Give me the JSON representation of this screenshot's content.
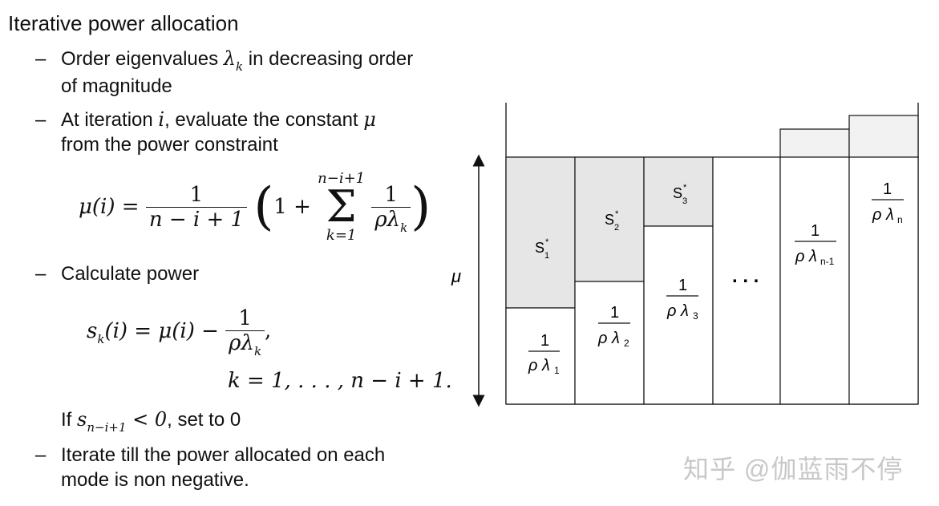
{
  "title": "Iterative power allocation",
  "bullets": {
    "order": {
      "line1_a": "Order eigenvalues ",
      "line1_b": " in decreasing order",
      "line2": "of magnitude"
    },
    "iteration": {
      "line1_a": "At iteration ",
      "line1_b": ", evaluate the constant ",
      "line2": "from the power constraint"
    },
    "calculate": "Calculate power",
    "if_a": "If ",
    "if_b": ", set to 0",
    "iterate": {
      "line1": "Iterate till the power allocated on each",
      "line2": "mode is non negative."
    }
  },
  "symbols": {
    "lambda_k": "λ",
    "k": "k",
    "i": "i",
    "mu": "μ"
  },
  "equations": {
    "mu_lhs": "μ(i) =",
    "one": "1",
    "n_minus_i_plus_1": "n − i + 1",
    "sum_upper": "n−i+1",
    "sum_lower": "k=1",
    "one_plus": "1 +",
    "rho_lambda": "ρλ",
    "sub_k": "k",
    "s_lhs": "s",
    "s_rest": "(i) = μ(i) −",
    "comma": ",",
    "k_range": "k = 1, . . . , n − i + 1.",
    "condition": "s",
    "condition_sub": "n−i+1",
    "condition_rest": " < 0"
  },
  "diagram": {
    "mu_label": "μ",
    "columns": [
      {
        "s_label": "S",
        "s_sub": "1",
        "inv_num": "1",
        "inv_den": "ρ λ",
        "inv_sub": "1"
      },
      {
        "s_label": "S",
        "s_sub": "2",
        "inv_num": "1",
        "inv_den": "ρ λ",
        "inv_sub": "2"
      },
      {
        "s_label": "S",
        "s_sub": "3",
        "inv_num": "1",
        "inv_den": "ρ λ",
        "inv_sub": "3"
      },
      {
        "dots": ". . ."
      },
      {
        "inv_num": "1",
        "inv_den": "ρ λ",
        "inv_sub": "n-1"
      },
      {
        "inv_num": "1",
        "inv_den": "ρ λ",
        "inv_sub": "n"
      }
    ],
    "star": "*"
  },
  "watermark": "知乎 @伽蓝雨不停"
}
